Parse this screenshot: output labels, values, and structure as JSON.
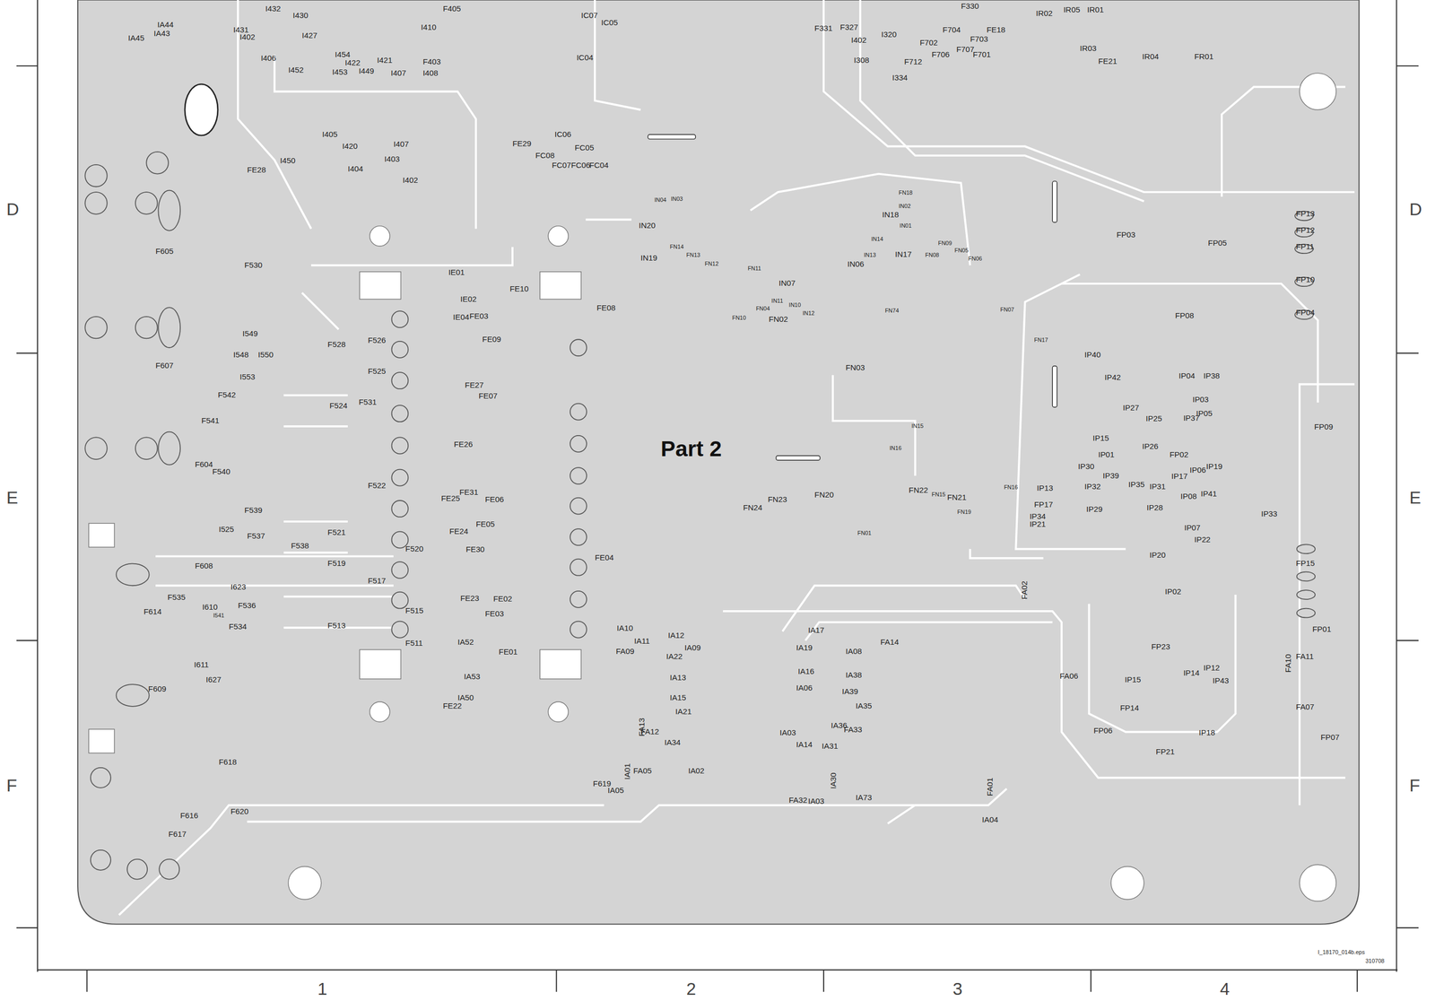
{
  "diagram": {
    "title": "Part 2",
    "labels": [
      "IA44",
      "IA45",
      "IA43",
      "I432",
      "I430",
      "I431",
      "I402",
      "I427",
      "F405",
      "F403",
      "I410",
      "I406",
      "I452",
      "I454",
      "I422",
      "I421",
      "I453",
      "I449",
      "I407",
      "I408",
      "I405",
      "I420",
      "I407",
      "I403",
      "I404",
      "I402",
      "I450",
      "FE28",
      "IC07",
      "IC05",
      "IC04",
      "IC06",
      "FC05",
      "FE29",
      "FC08",
      "FC07",
      "FC06",
      "FC04",
      "F331",
      "F327",
      "I402",
      "I320",
      "I308",
      "I334",
      "F330",
      "IR02",
      "IR05",
      "IR01",
      "F704",
      "FE18",
      "F703",
      "F702",
      "F707",
      "F706",
      "F712",
      "F701",
      "IR03",
      "FE21",
      "IR04",
      "FR01",
      "IN04",
      "IN03",
      "IN20",
      "IN19",
      "FN14",
      "FN13",
      "FN12",
      "FN11",
      "IN07",
      "IN11",
      "IN10",
      "IN12",
      "FN04",
      "FN10",
      "FN02",
      "FN18",
      "IN02",
      "IN18",
      "IN01",
      "IN14",
      "IN13",
      "IN17",
      "IN06",
      "FN09",
      "FN08",
      "FN05",
      "FN06",
      "FN74",
      "FN07",
      "FN03",
      "FN17",
      "IN15",
      "IN16",
      "FN16",
      "FN22",
      "FN15",
      "FN21",
      "FN19",
      "FN01",
      "FN20",
      "FN23",
      "FN24",
      "IE01",
      "IE02",
      "IE04",
      "FE03",
      "FE10",
      "FE08",
      "FE09",
      "F528",
      "F526",
      "F525",
      "F524",
      "F531",
      "F522",
      "FE27",
      "FE07",
      "FE26",
      "FE31",
      "FE25",
      "FE06",
      "FE05",
      "FE24",
      "FE30",
      "F520",
      "F521",
      "F519",
      "F517",
      "F515",
      "F513",
      "F511",
      "FE04",
      "FE23",
      "FE02",
      "FE03",
      "IA52",
      "FE01",
      "IA53",
      "IA50",
      "FE22",
      "F605",
      "F530",
      "I549",
      "I548",
      "I550",
      "I553",
      "F542",
      "F541",
      "F607",
      "F604",
      "F540",
      "F539",
      "I525",
      "F537",
      "F538",
      "F608",
      "I623",
      "F535",
      "I610",
      "F536",
      "I541",
      "F614",
      "F534",
      "I611",
      "I627",
      "F609",
      "F618",
      "F616",
      "F617",
      "F620",
      "IA10",
      "IA11",
      "FA09",
      "IA12",
      "IA09",
      "IA22",
      "IA13",
      "IA15",
      "IA21",
      "FA13",
      "FA12",
      "IA34",
      "IA02",
      "IA01",
      "FA05",
      "F619",
      "IA05",
      "IA17",
      "IA19",
      "IA08",
      "FA14",
      "IA16",
      "IA38",
      "IA06",
      "IA39",
      "IA35",
      "IA36",
      "FA33",
      "IA03",
      "IA14",
      "IA31",
      "IA30",
      "FA32",
      "IA03",
      "IA73",
      "FA01",
      "IA04",
      "FA02",
      "FP13",
      "FP12",
      "FP11",
      "FP10",
      "FP04",
      "FP03",
      "FP05",
      "FP08",
      "FP09",
      "IP40",
      "IP42",
      "IP04",
      "IP38",
      "IP03",
      "IP05",
      "IP37",
      "IP27",
      "IP25",
      "IP15",
      "IP01",
      "IP26",
      "FP02",
      "IP19",
      "IP30",
      "IP39",
      "IP06",
      "IP17",
      "IP32",
      "IP35",
      "IP31",
      "IP41",
      "IP08",
      "IP13",
      "IP29",
      "IP28",
      "FP17",
      "IP34",
      "IP21",
      "IP07",
      "IP22",
      "IP33",
      "IP20",
      "FP15",
      "IP02",
      "FP01",
      "FA11",
      "FA10",
      "FA07",
      "FP07",
      "FA06",
      "FP23",
      "IP15",
      "IP12",
      "IP14",
      "IP43",
      "FP14",
      "FP06",
      "IP18",
      "FP21",
      "D",
      "D",
      "E",
      "E",
      "F",
      "F",
      "1",
      "2",
      "3",
      "4",
      "I_18170_014b.eps",
      "310708"
    ]
  }
}
